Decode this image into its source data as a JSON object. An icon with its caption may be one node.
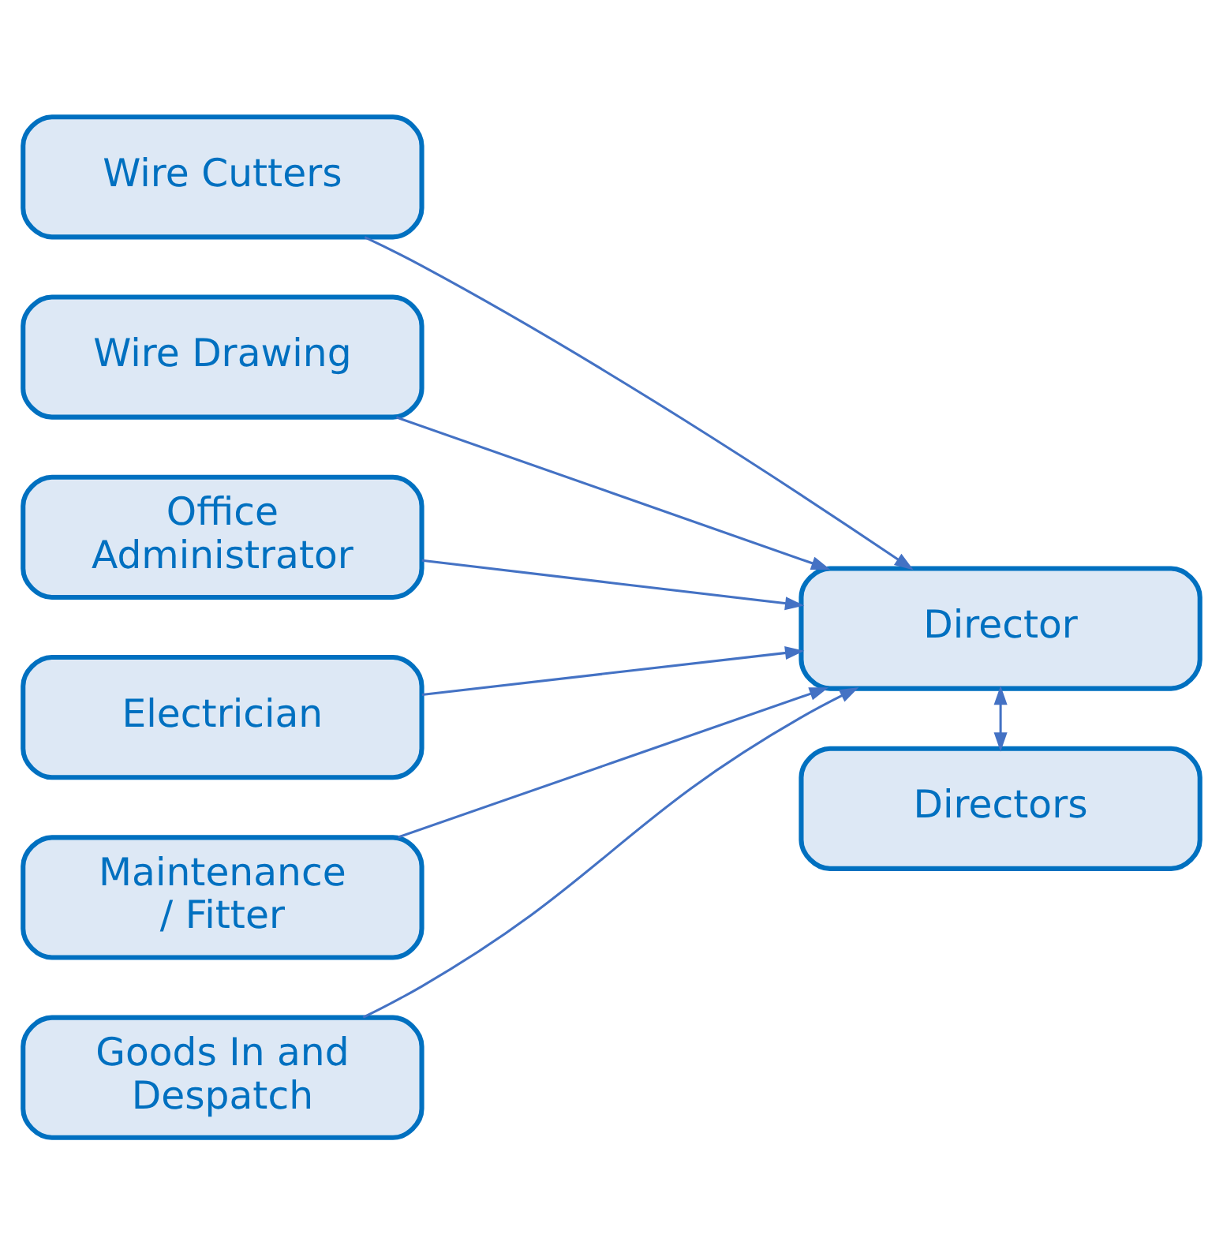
{
  "diagram": {
    "nodes": [
      {
        "text": [
          "Wire Cutters"
        ]
      },
      {
        "text": [
          "Wire Drawing"
        ]
      },
      {
        "text": [
          "Office Administrator"
        ]
      },
      {
        "text": [
          "Electrician"
        ]
      },
      {
        "text": [
          "Maintenance / Fitter"
        ]
      },
      {
        "text": [
          "Goods In and Despatch"
        ]
      },
      {
        "text": [
          "Director"
        ]
      },
      {
        "text": [
          "Directors"
        ]
      }
    ],
    "edges": [
      {
        "from": 0,
        "to": 6,
        "arrow": "to"
      },
      {
        "from": 1,
        "to": 6,
        "arrow": "to"
      },
      {
        "from": 2,
        "to": 6,
        "arrow": "to"
      },
      {
        "from": 3,
        "to": 6,
        "arrow": "to"
      },
      {
        "from": 4,
        "to": 6,
        "arrow": "to"
      },
      {
        "from": 5,
        "to": 6,
        "arrow": "to"
      },
      {
        "from": 6,
        "to": 7,
        "arrow": "both"
      }
    ]
  }
}
